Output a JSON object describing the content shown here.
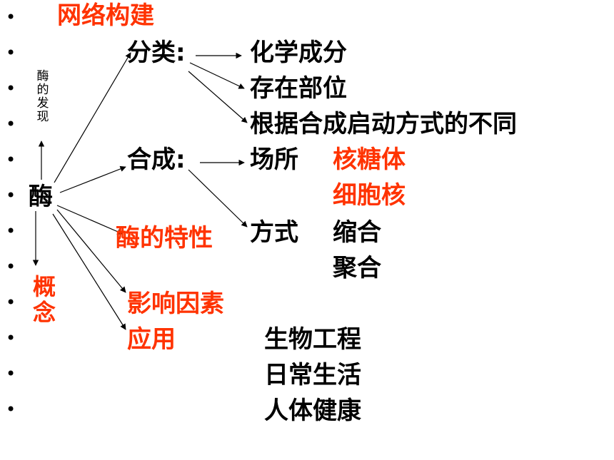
{
  "colors": {
    "accent_red": "#ff3300",
    "text": "#000000"
  },
  "bullet_glyph": "•",
  "title": "网络构建",
  "root": "酶",
  "discovery": "酶的发现",
  "concept": "概念",
  "classification": {
    "label": "分类:",
    "items": [
      "化学成分",
      "存在部位",
      "根据合成启动方式的不同"
    ]
  },
  "synthesis": {
    "label": "合成:",
    "place_label": "场所",
    "places": [
      "核糖体",
      "细胞核"
    ],
    "method_label": "方式",
    "methods": [
      "缩合",
      "聚合"
    ]
  },
  "properties": "酶的特性",
  "factors": "影响因素",
  "application": {
    "label": "应用",
    "items": [
      "生物工程",
      "日常生活",
      "人体健康"
    ]
  }
}
